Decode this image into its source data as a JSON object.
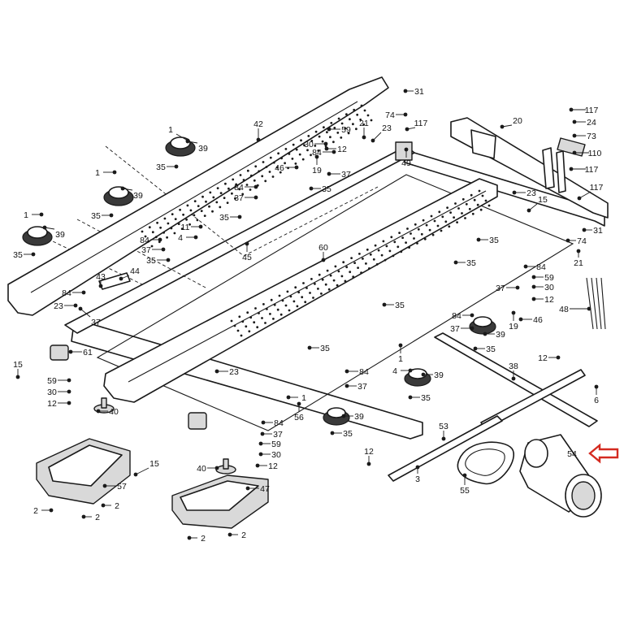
{
  "colors": {
    "line": "#1a1a1a",
    "shade": "#d9d9d9",
    "arrow": "#d42a20",
    "background": "#ffffff"
  },
  "callouts": [
    {
      "id": "c42",
      "label": "42"
    },
    {
      "id": "c31a",
      "label": "31"
    },
    {
      "id": "c74a",
      "label": "74"
    },
    {
      "id": "c117a",
      "label": "117"
    },
    {
      "id": "c21",
      "label": "21"
    },
    {
      "id": "c23a",
      "label": "23"
    },
    {
      "id": "c59a",
      "label": "59"
    },
    {
      "id": "c30a",
      "label": "30"
    },
    {
      "id": "c84a",
      "label": "84"
    },
    {
      "id": "c12a",
      "label": "12"
    },
    {
      "id": "c49",
      "label": "49"
    },
    {
      "id": "c46a",
      "label": "46"
    },
    {
      "id": "c19a",
      "label": "19"
    },
    {
      "id": "c37a",
      "label": "37"
    },
    {
      "id": "c20",
      "label": "20"
    },
    {
      "id": "c117b",
      "label": "117"
    },
    {
      "id": "c24",
      "label": "24"
    },
    {
      "id": "c73",
      "label": "73"
    },
    {
      "id": "c110",
      "label": "110"
    },
    {
      "id": "c117c",
      "label": "117"
    },
    {
      "id": "c117d",
      "label": "117"
    },
    {
      "id": "c1a",
      "label": "1"
    },
    {
      "id": "c39a",
      "label": "39"
    },
    {
      "id": "c35a",
      "label": "35"
    },
    {
      "id": "c1b",
      "label": "1"
    },
    {
      "id": "c39b",
      "label": "39"
    },
    {
      "id": "c35b",
      "label": "35"
    },
    {
      "id": "c1c",
      "label": "1"
    },
    {
      "id": "c39c",
      "label": "39"
    },
    {
      "id": "c35c",
      "label": "35"
    },
    {
      "id": "c84b",
      "label": "84"
    },
    {
      "id": "c37b",
      "label": "37"
    },
    {
      "id": "c35d",
      "label": "35"
    },
    {
      "id": "c35e",
      "label": "35"
    },
    {
      "id": "c11",
      "label": "11"
    },
    {
      "id": "c4a",
      "label": "4"
    },
    {
      "id": "c84c",
      "label": "84"
    },
    {
      "id": "c37c",
      "label": "37"
    },
    {
      "id": "c35f",
      "label": "35"
    },
    {
      "id": "c45",
      "label": "45"
    },
    {
      "id": "c23b",
      "label": "23"
    },
    {
      "id": "c15a",
      "label": "15"
    },
    {
      "id": "c31b",
      "label": "31"
    },
    {
      "id": "c35g",
      "label": "35"
    },
    {
      "id": "c74b",
      "label": "74"
    },
    {
      "id": "c21b",
      "label": "21"
    },
    {
      "id": "c60",
      "label": "60"
    },
    {
      "id": "c35h",
      "label": "35"
    },
    {
      "id": "c43",
      "label": "43"
    },
    {
      "id": "c44",
      "label": "44"
    },
    {
      "id": "c84d",
      "label": "84"
    },
    {
      "id": "c23c",
      "label": "23"
    },
    {
      "id": "c37d",
      "label": "37"
    },
    {
      "id": "c84e",
      "label": "84"
    },
    {
      "id": "c59b",
      "label": "59"
    },
    {
      "id": "c30b",
      "label": "30"
    },
    {
      "id": "c37e",
      "label": "37"
    },
    {
      "id": "c12b",
      "label": "12"
    },
    {
      "id": "c48",
      "label": "48"
    },
    {
      "id": "c35i",
      "label": "35"
    },
    {
      "id": "c84f",
      "label": "84"
    },
    {
      "id": "c37f",
      "label": "37"
    },
    {
      "id": "c39d",
      "label": "39"
    },
    {
      "id": "c19b",
      "label": "19"
    },
    {
      "id": "c46b",
      "label": "46"
    },
    {
      "id": "c35j",
      "label": "35"
    },
    {
      "id": "c61",
      "label": "61"
    },
    {
      "id": "c35k",
      "label": "35"
    },
    {
      "id": "c1d",
      "label": "1"
    },
    {
      "id": "c4b",
      "label": "4"
    },
    {
      "id": "c39e",
      "label": "39"
    },
    {
      "id": "c35l",
      "label": "35"
    },
    {
      "id": "c84g",
      "label": "84"
    },
    {
      "id": "c37g",
      "label": "37"
    },
    {
      "id": "c1e",
      "label": "1"
    },
    {
      "id": "c15b",
      "label": "15"
    },
    {
      "id": "c59c",
      "label": "59"
    },
    {
      "id": "c30c",
      "label": "30"
    },
    {
      "id": "c12c",
      "label": "12"
    },
    {
      "id": "c23d",
      "label": "23"
    },
    {
      "id": "c40a",
      "label": "40"
    },
    {
      "id": "c38",
      "label": "38"
    },
    {
      "id": "c12d",
      "label": "12"
    },
    {
      "id": "c6",
      "label": "6"
    },
    {
      "id": "c56",
      "label": "56"
    },
    {
      "id": "c84h",
      "label": "84"
    },
    {
      "id": "c37h",
      "label": "37"
    },
    {
      "id": "c59d",
      "label": "59"
    },
    {
      "id": "c30d",
      "label": "30"
    },
    {
      "id": "c40b",
      "label": "40"
    },
    {
      "id": "c12e",
      "label": "12"
    },
    {
      "id": "c39f",
      "label": "39"
    },
    {
      "id": "c35m",
      "label": "35"
    },
    {
      "id": "c53",
      "label": "53"
    },
    {
      "id": "c15c",
      "label": "15"
    },
    {
      "id": "c54",
      "label": "54"
    },
    {
      "id": "c12f",
      "label": "12"
    },
    {
      "id": "c3",
      "label": "3"
    },
    {
      "id": "c55",
      "label": "55"
    },
    {
      "id": "c57",
      "label": "57"
    },
    {
      "id": "c47",
      "label": "47"
    },
    {
      "id": "c2a",
      "label": "2"
    },
    {
      "id": "c2b",
      "label": "2"
    },
    {
      "id": "c2c",
      "label": "2"
    },
    {
      "id": "c2d",
      "label": "2"
    },
    {
      "id": "c2e",
      "label": "2"
    }
  ]
}
